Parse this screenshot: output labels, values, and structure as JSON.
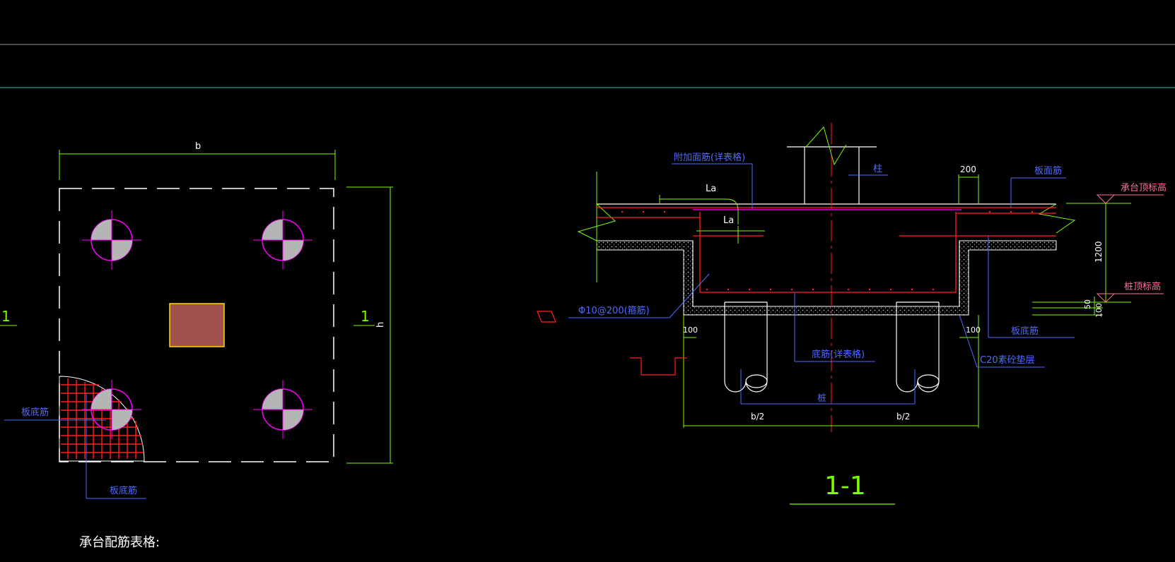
{
  "colors": {
    "background": "#000000",
    "dim": "#7CFC00",
    "leader": "#4F6BFF",
    "rebar": "#FF2020",
    "magenta": "#FF00FF",
    "white": "#FFFFFF",
    "cyan_line": "#34C3C8",
    "pile_fill": "#B5B5B5",
    "column_fill": "#A0524F",
    "column_outline": "#FFD700",
    "label_pink": "#FF6F9C"
  },
  "plan": {
    "dim_width": "b",
    "dim_height": "h",
    "section_mark_left": "1",
    "section_mark_right": "1",
    "label_bottom_rebar_1": "板底筋",
    "label_bottom_rebar_2": "板底筋"
  },
  "section": {
    "label_top_additional": "附加面筋(详表格)",
    "label_column": "柱",
    "dim_200": "200",
    "label_top_rebar": "板面筋",
    "label_cap_top_elev": "承台顶标高",
    "label_la_1": "La",
    "label_la_2": "La",
    "dim_1200": "1200",
    "label_pile_top_elev": "桩顶标高",
    "dim_50": "50",
    "dim_100_right": "100",
    "label_stirrup": "Φ10@200(箍筋)",
    "dim_100_left": "100",
    "dim_100_right2": "100",
    "label_bottom_rebar_table": "底筋(详表格)",
    "label_bottom_rebar": "板底筋",
    "label_c20": "C20素砼垫层",
    "label_pile": "桩",
    "dim_b2_left": "b/2",
    "dim_b2_right": "b/2",
    "title": "1-1"
  },
  "footer": {
    "table_title": "承台配筋表格:"
  }
}
